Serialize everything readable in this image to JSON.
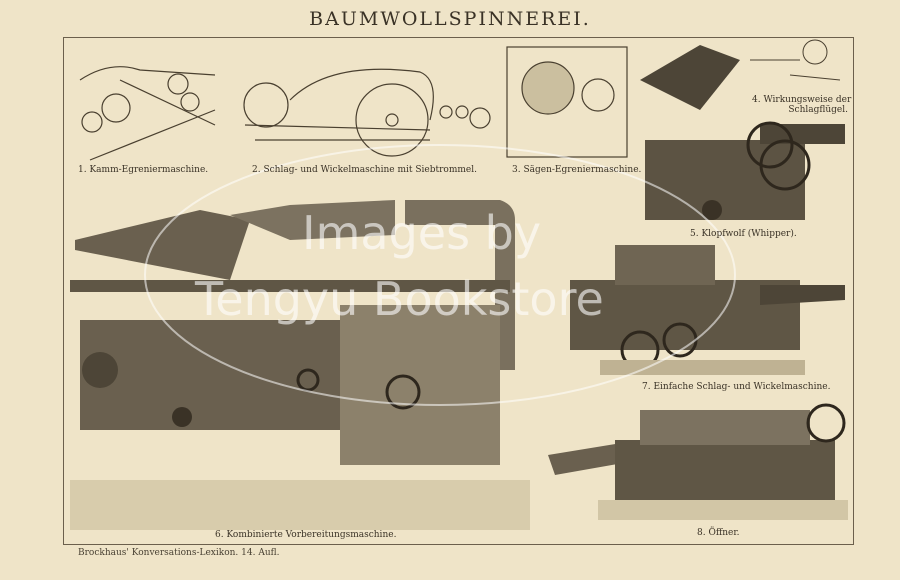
{
  "title": "BAUMWOLLSPINNEREI.",
  "figures": [
    {
      "caption": "1. Kamm-Egreniermaschine."
    },
    {
      "caption": "2. Schlag- und Wickelmaschine mit Siebtrommel."
    },
    {
      "caption": "3. Sägen-Egreniermaschine."
    },
    {
      "caption_line1": "4. Wirkungsweise der",
      "caption_line2": "Schlagflügel."
    },
    {
      "caption": "5. Klopfwolf (Whipper)."
    },
    {
      "caption": "6. Kombinierte Vorbereitungsmaschine."
    },
    {
      "caption": "7. Einfache Schlag- und Wickelmaschine."
    },
    {
      "caption": "8. Öffner."
    }
  ],
  "footer": "Brockhaus' Konversations-Lexikon. 14. Aufl.",
  "watermark": {
    "line1": "Images by",
    "line2": "Tengyu Bookstore"
  },
  "colors": {
    "paper": "#efe4c8",
    "ink": "#3a3226"
  }
}
